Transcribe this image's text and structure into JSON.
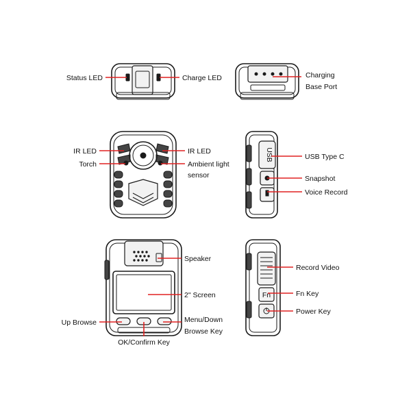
{
  "labels": {
    "status_led": "Status LED",
    "charge_led": "Charge LED",
    "charging_base_port_1": "Charging",
    "charging_base_port_2": "Base Port",
    "ir_led_left": "IR LED",
    "torch": "Torch",
    "ir_led_right": "IR LED",
    "ambient_1": "Ambient light",
    "ambient_2": "sensor",
    "usb_type_c": "USB Type C",
    "snapshot": "Snapshot",
    "voice_record": "Voice Record",
    "speaker": "Speaker",
    "screen": "2\" Screen",
    "up_browse": "Up Browse",
    "menu_down_1": "Menu/Down",
    "menu_down_2": "Browse Key",
    "ok_confirm": "OK/Confirm Key",
    "record_video": "Record Video",
    "fn_key": "Fn Key",
    "power_key": "Power Key"
  },
  "device_marks": {
    "usb_text": "USB",
    "fn_text": "Fn"
  },
  "colors": {
    "leader": "#e02020",
    "outline": "#1a1a1a"
  }
}
